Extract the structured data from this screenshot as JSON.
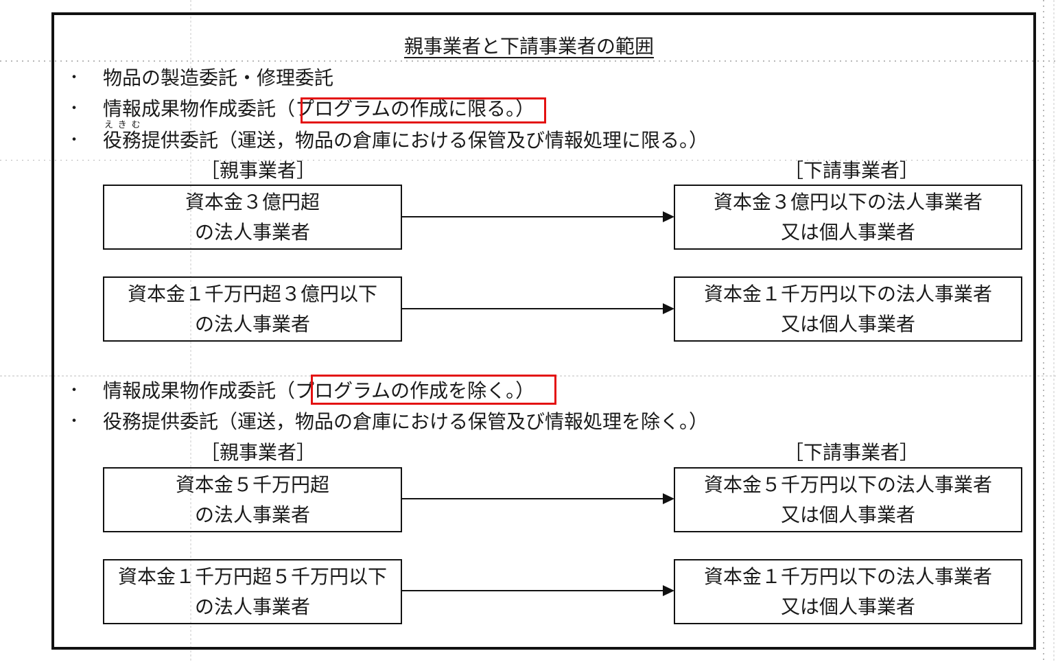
{
  "title": "親事業者と下請事業者の範囲",
  "section1": {
    "bullets": [
      "物品の製造委託・修理委託",
      "情報成果物作成委託（プログラムの作成に限る。）",
      "役務提供委託（運送，物品の倉庫における保管及び情報処理に限る。）"
    ],
    "ruby": "えきむ",
    "highlight_text": "プログラムの作成に限る。",
    "parent_label": "［親事業者］",
    "sub_label": "［下請事業者］",
    "rows": [
      {
        "parent": [
          "資本金３億円超",
          "の法人事業者"
        ],
        "sub": [
          "資本金３億円以下の法人事業者",
          "又は個人事業者"
        ]
      },
      {
        "parent": [
          "資本金１千万円超３億円以下",
          "の法人事業者"
        ],
        "sub": [
          "資本金１千万円以下の法人事業者",
          "又は個人事業者"
        ]
      }
    ]
  },
  "section2": {
    "bullets": [
      "情報成果物作成委託（プログラムの作成を除く。）",
      "役務提供委託（運送，物品の倉庫における保管及び情報処理を除く。）"
    ],
    "highlight_text": "プログラムの作成を除く。",
    "parent_label": "［親事業者］",
    "sub_label": "［下請事業者］",
    "rows": [
      {
        "parent": [
          "資本金５千万円超",
          "の法人事業者"
        ],
        "sub": [
          "資本金５千万円以下の法人事業者",
          "又は個人事業者"
        ]
      },
      {
        "parent": [
          "資本金１千万円超５千万円以下",
          "の法人事業者"
        ],
        "sub": [
          "資本金１千万円以下の法人事業者",
          "又は個人事業者"
        ]
      }
    ]
  },
  "colors": {
    "highlight": "#e31010",
    "border": "#111111",
    "grid_dots": "#9a9a9a"
  }
}
